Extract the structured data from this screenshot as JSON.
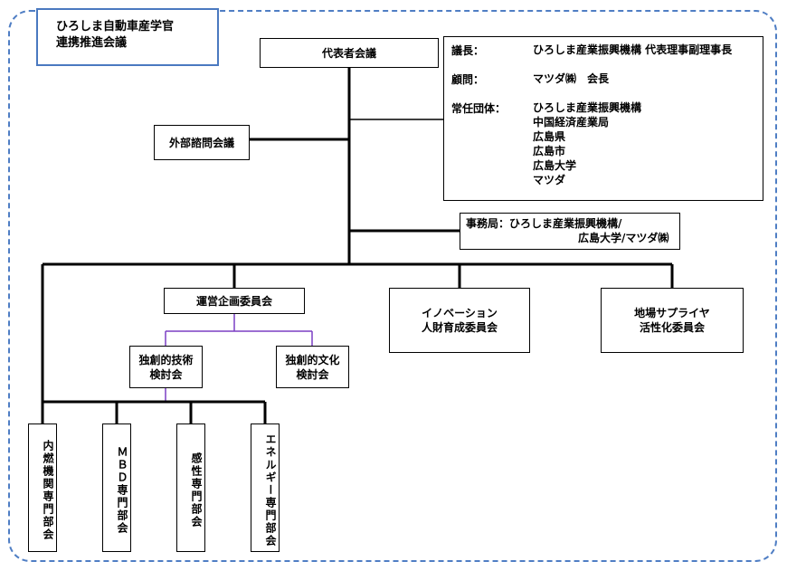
{
  "title": {
    "line1": "ひろしま自動車産学官",
    "line2": "連携推進会議"
  },
  "representative": "代表者会議",
  "external": "外部諮問会議",
  "info": {
    "chair_label": "議長：",
    "chair_value": "ひろしま産業振興機構 代表理事副理事長",
    "advisor_label": "顧問：",
    "advisor_value": "マツダ㈱　会長",
    "members_label": "常任団体：",
    "members": [
      "ひろしま産業振興機構",
      "中国経済産業局",
      "広島県",
      "広島市",
      "広島大学",
      "マツダ"
    ]
  },
  "secretariat": {
    "line1": "事務局：ひろしま産業振興機構/",
    "line2": "広島大学/マツダ㈱"
  },
  "planning": "運営企画委員会",
  "innovation": {
    "line1": "イノベーション",
    "line2": "人財育成委員会"
  },
  "supplier": {
    "line1": "地場サプライヤ",
    "line2": "活性化委員会"
  },
  "tech_study": {
    "line1": "独創的技術",
    "line2": "検討会"
  },
  "culture_study": {
    "line1": "独創的文化",
    "line2": "検討会"
  },
  "dept_engine": "内燃機関専門部会",
  "dept_mbd": "ＭＢＤ専門部会",
  "dept_kansei": "感性専門部会",
  "dept_energy": "エネルギー専門部会",
  "colors": {
    "frame": "#4f7ec4",
    "purple_link": "#7b3fc4"
  }
}
